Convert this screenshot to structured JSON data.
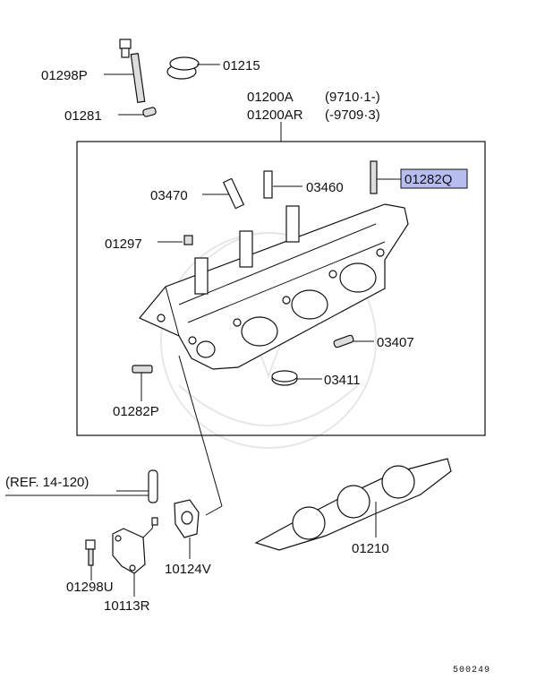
{
  "parts": {
    "p01298P": "01298P",
    "p01215": "01215",
    "p01281": "01281",
    "p01200A": "01200A",
    "p01200A_range": "(9710·1-)",
    "p01200AR": "01200AR",
    "p01200AR_range": "(-9709·3)",
    "p03470": "03470",
    "p03460": "03460",
    "p01282Q": "01282Q",
    "p01297": "01297",
    "p03407": "03407",
    "p03411": "03411",
    "p01282P": "01282P",
    "ref": "(REF. 14-120)",
    "p10124V": "10124V",
    "p01210": "01210",
    "p01298U": "01298U",
    "p10113R": "10113R"
  },
  "diagram_id": "500249",
  "colors": {
    "highlight": "#b8bdf0",
    "line": "#111111"
  }
}
